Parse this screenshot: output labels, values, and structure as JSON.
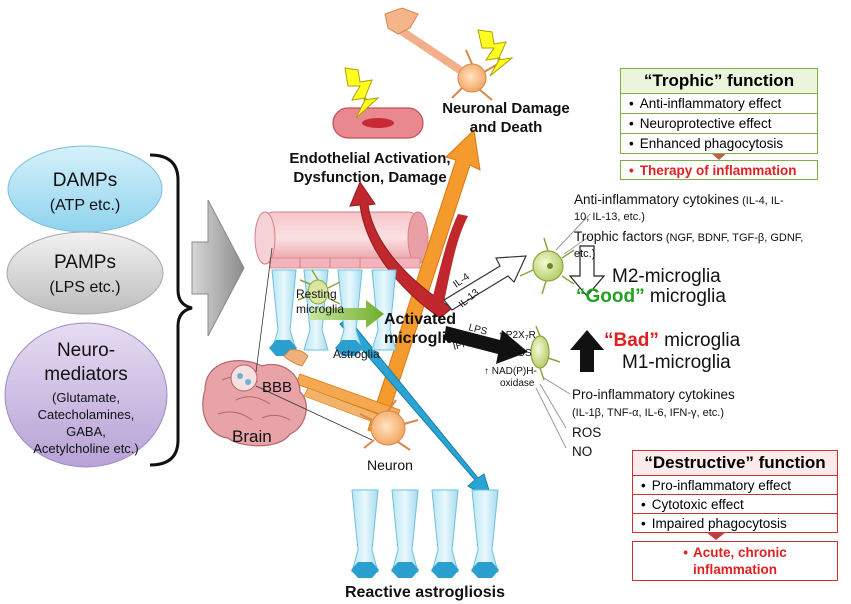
{
  "inputs": {
    "damps": {
      "line1": "DAMPs",
      "line2": "(ATP etc.)"
    },
    "pamps": {
      "line1": "PAMPs",
      "line2": "(LPS etc.)"
    },
    "neuro": {
      "line1": "Neuro-",
      "line2": "mediators",
      "items": [
        "(Glutamate,",
        "Catecholamines,",
        "GABA,",
        "Acetylcholine etc.)"
      ]
    }
  },
  "labels": {
    "neuronal_damage": [
      "Neuronal Damage",
      "and Death"
    ],
    "endothelial": [
      "Endothelial Activation,",
      "Dysfunction, Damage"
    ],
    "resting": [
      "Resting",
      "microglia"
    ],
    "activated": [
      "Activated",
      "microglia"
    ],
    "astroglia": "Astroglia",
    "bbb": "BBB",
    "brain": "Brain",
    "neuron": "Neuron",
    "reactive": "Reactive astrogliosis",
    "il4": "IL-4",
    "il13": "IL-13",
    "lps": "LPS",
    "ifng": "IFN-γ",
    "p2x": "↑ P2X",
    "p2x_sub": "7",
    "p2x_tail": "R",
    "inos": "↑ iNOS",
    "nadph": "↑ NAD(P)H-",
    "oxidase": "oxidase"
  },
  "m2": {
    "anti_cytokines": [
      "Anti-inflammatory cytokines",
      " (IL-4,  IL-",
      "10, IL-13, etc.)"
    ],
    "trophic_factors": [
      "Trophic factors",
      " (NGF, BDNF, TGF-β, GDNF,",
      "etc.)"
    ],
    "name": "M2-microglia",
    "good_word": "“Good”",
    "good_rest": " microglia"
  },
  "m1": {
    "bad_word": "“Bad”",
    "bad_rest": " microglia",
    "name": "M1-microglia",
    "pro_cytokines": [
      "Pro-inflammatory cytokines",
      "(IL-1β,  TNF-α, IL-6, IFN-γ, etc.)"
    ],
    "ros": "ROS",
    "no": "NO"
  },
  "trophic_panel": {
    "title": "“Trophic” function",
    "items": [
      "Anti-inflammatory effect",
      "Neuroprotective effect",
      "Enhanced phagocytosis"
    ],
    "result": "Therapy of inflammation"
  },
  "destructive_panel": {
    "title": "“Destructive” function",
    "items": [
      "Pro-inflammatory effect",
      "Cytotoxic effect",
      "Impaired phagocytosis"
    ],
    "result": [
      "Acute, chronic",
      "inflammation"
    ]
  },
  "colors": {
    "red": "#e02020",
    "green": "#22a022",
    "panel_green": "#7fb040",
    "panel_red": "#d03030"
  }
}
